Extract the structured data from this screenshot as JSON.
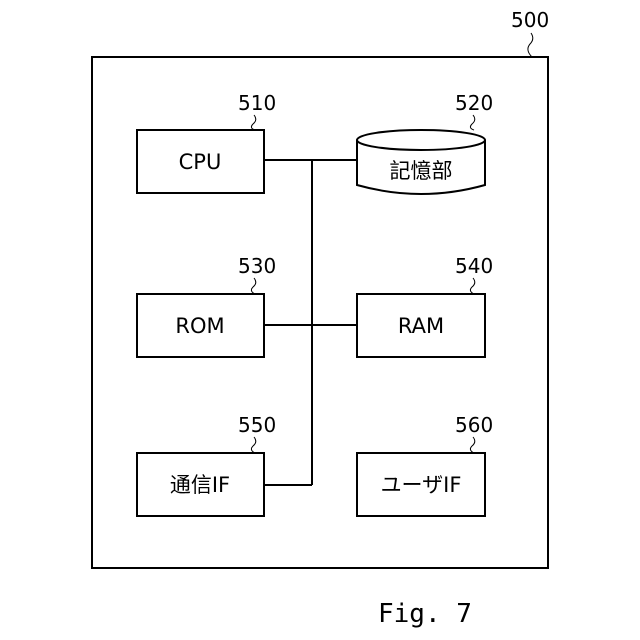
{
  "figure_caption": "Fig. 7",
  "system": {
    "ref": "500"
  },
  "blocks": {
    "cpu": {
      "label": "CPU",
      "ref": "510"
    },
    "storage": {
      "label": "記憶部",
      "ref": "520"
    },
    "rom": {
      "label": "ROM",
      "ref": "530"
    },
    "ram": {
      "label": "RAM",
      "ref": "540"
    },
    "comm_if": {
      "label": "通信IF",
      "ref": "550"
    },
    "user_if": {
      "label": "ユーザIF",
      "ref": "560"
    }
  }
}
